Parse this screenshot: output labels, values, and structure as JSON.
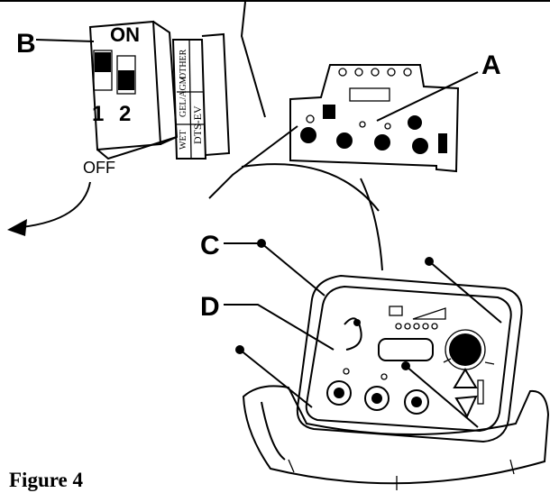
{
  "labels": {
    "a": "A",
    "b": "B",
    "c": "C",
    "d": "D"
  },
  "switch": {
    "on": "ON",
    "pos1": "1",
    "pos2": "2",
    "off": "OFF",
    "strip_top": [
      "WET",
      "GEL/AGM",
      "OTHER"
    ],
    "strip_bottom": "DTS-EV"
  },
  "caption": "Figure 4"
}
